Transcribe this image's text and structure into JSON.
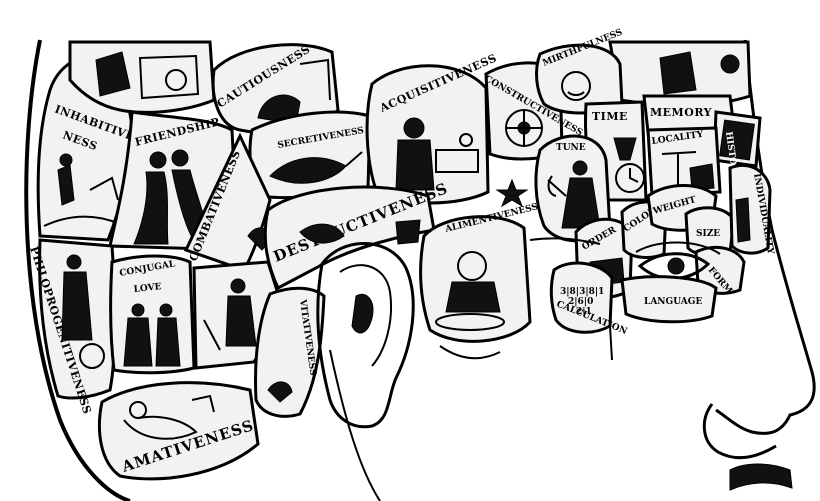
{
  "faculties": {
    "inhabitiveness_1": "INHABITIVE",
    "inhabitiveness_2": "NESS",
    "friendship": "FRIENDSHIP",
    "cautiousness": "CAUTIOUSNESS",
    "secretiveness": "SECRETIVENESS",
    "acquisitiveness": "ACQUISITIVENESS",
    "constructiveness": "CONSTRUCTIVENESS",
    "mirthfulness": "MIRTHFULNESS",
    "time": "TIME",
    "memory": "MEMORY",
    "history": "HISTORY",
    "tune": "TUNE",
    "locality": "LOCALITY",
    "combativeness": "COMBATIVENESS",
    "destructiveness": "DESTRUCTIVENESS",
    "alimentiveness": "ALIMENTIVENESS",
    "philoprogenitiveness": "PHILOPROGENITIVENESS",
    "conjugal_love_1": "CONJUGAL",
    "conjugal_love_2": "LOVE",
    "vitativeness": "VITATIVENESS",
    "amativeness": "AMATIVENESS",
    "order": "ORDER",
    "color": "COLOR",
    "weight": "WEIGHT",
    "size": "SIZE",
    "form": "FORM",
    "individuality": "INDIVIDUALITY",
    "calculation": "CALCULATION",
    "language": "LANGUAGE",
    "calc_digits_1": "3|8|3|8|1",
    "calc_digits_2": "2|6|0",
    "calc_digits_3": "2|1"
  }
}
